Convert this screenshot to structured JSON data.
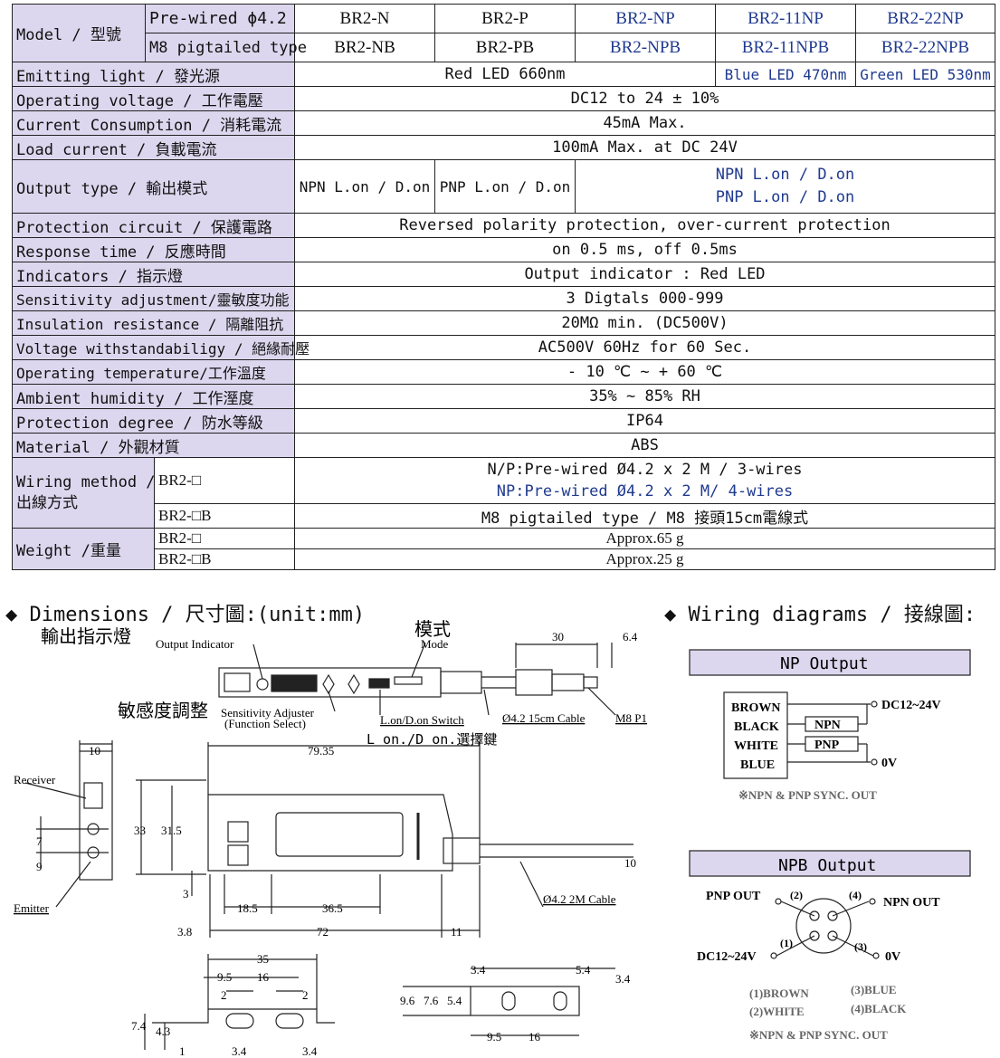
{
  "spec": {
    "model_label": "Model / 型號",
    "prewired_label": "Pre-wired ϕ4.2",
    "m8_label": "M8 pigtailed type",
    "models_prewired": [
      "BR2-N",
      "BR2-P",
      "BR2-NP",
      "BR2-11NP",
      "BR2-22NP"
    ],
    "models_m8": [
      "BR2-NB",
      "BR2-PB",
      "BR2-NPB",
      "BR2-11NPB",
      "BR2-22NPB"
    ],
    "emitting_label": "Emitting light / 發光源",
    "emitting_red": "Red LED 660nm",
    "emitting_blue": "Blue LED 470nm",
    "emitting_green": "Green LED 530nm",
    "voltage_label": "Operating voltage / 工作電壓",
    "voltage_value": "DC12 to 24 ± 10%",
    "consumption_label": "Current Consumption / 消耗電流",
    "consumption_value": "45mA Max.",
    "load_label": "Load current / 負載電流",
    "load_value": "100mA Max. at DC 24V",
    "output_label": "Output type / 輸出模式",
    "output_n": "NPN L.on / D.on",
    "output_p": "PNP L.on / D.on",
    "output_np_1": "NPN  L.on / D.on",
    "output_np_2": "PNP  L.on / D.on",
    "protection_label": "Protection circuit / 保護電路",
    "protection_value": "Reversed polarity protection, over-current protection",
    "response_label": "Response time / 反應時間",
    "response_value": "on 0.5 ms, off 0.5ms",
    "indicators_label": "Indicators / 指示燈",
    "indicators_value": "Output indicator : Red LED",
    "sensitivity_label": "Sensitivity adjustment/靈敏度功能",
    "sensitivity_value": "3 Digtals 000-999",
    "insulation_label": "Insulation resistance / 隔離阻抗",
    "insulation_value": "20MΩ min.  (DC500V)",
    "withstand_label": "Voltage withstandabiligy / 絕緣耐壓",
    "withstand_value": "AC500V 60Hz for 60 Sec.",
    "temperature_label": "Operating temperature/工作溫度",
    "temperature_value": "- 10 ℃ ~ + 60 ℃",
    "humidity_label": "Ambient humidity / 工作溼度",
    "humidity_value": "35% ~ 85%  RH",
    "degree_label": "Protection degree / 防水等級",
    "degree_value": "IP64",
    "material_label": "Material / 外觀材質",
    "material_value": "ABS",
    "wiring_label_1": "Wiring method /",
    "wiring_label_2": "出線方式",
    "wiring_sub_1": "BR2-□",
    "wiring_sub_2": "BR2-□B",
    "wiring_value_1a": "N/P:Pre-wired Ø4.2 x 2 M / 3-wires",
    "wiring_value_1b": "NP:Pre-wired Ø4.2 x 2 M/ 4-wires",
    "wiring_value_2": "M8 pigtailed type / M8 接頭15cm電線式",
    "weight_label": "Weight /重量",
    "weight_sub_1": "BR2-□",
    "weight_sub_2": "BR2-□B",
    "weight_value_1": "Approx.65 g",
    "weight_value_2": "Approx.25 g"
  },
  "dimensions": {
    "heading": "◆ Dimensions / 尺寸圖:(unit:mm)",
    "output_indicator_cn": "輸出指示燈",
    "output_indicator_en": "Output Indicator",
    "mode_cn": "模式",
    "mode_en": "Mode",
    "sensitivity_cn": "敏感度調整",
    "sensitivity_en_1": "Sensitivity Adjuster",
    "sensitivity_en_2": "(Function Select)",
    "switch_en": "L.on/D.on Switch",
    "switch_cn": "L on./D on.選擇鍵",
    "cable_15": "Ø4.2 15cm Cable",
    "m8": "M8 P1",
    "cable_2m": "Ø4.2 2M Cable",
    "receiver": "Receiver",
    "emitter": "Emitter",
    "dims": {
      "d30": "30",
      "d6_4": "6.4",
      "d10": "10",
      "d79_35": "79.35",
      "d33": "33",
      "d31_5": "31.5",
      "d7": "7",
      "d9": "9",
      "d3": "3",
      "d18_5": "18.5",
      "d36_5": "36.5",
      "d10b": "10",
      "d3_8": "3.8",
      "d72": "72",
      "d11": "11",
      "d35": "35",
      "d9_5": "9.5",
      "d16": "16",
      "d2a": "2",
      "d2b": "2",
      "d7_4": "7.4",
      "d4_3": "4.3",
      "d1": "1",
      "d3_4a": "3.4",
      "d3_4b": "3.4",
      "r3_4a": "3.4",
      "r5_4": "5.4",
      "r3_4b": "3.4",
      "r9_6": "9.6",
      "r7_6": "7.6",
      "r5_4b": "5.4",
      "r9_5": "9.5",
      "r16": "16"
    }
  },
  "wiring": {
    "heading": "◆ Wiring diagrams / 接線圖:",
    "np_title": "NP Output",
    "wires": [
      "BROWN",
      "BLACK",
      "WHITE",
      "BLUE"
    ],
    "npn": "NPN",
    "pnp": "PNP",
    "v_plus": "DC12~24V",
    "v_zero": "0V",
    "sync_note_1": "※NPN & PNP SYNC. OUT",
    "npb_title": "NPB Output",
    "pnp_out": "PNP OUT",
    "npn_out": "NPN OUT",
    "dc": "DC12~24V",
    "zero": "0V",
    "pin1": "(1)",
    "pin2": "(2)",
    "pin3": "(3)",
    "pin4": "(4)",
    "legend_1": "(1)BROWN",
    "legend_2": "(2)WHITE",
    "legend_3": "(3)BLUE",
    "legend_4": "(4)BLACK",
    "sync_note_2": "※NPN & PNP SYNC. OUT"
  },
  "colors": {
    "label_bg": "#dcd7ee",
    "blue_text": "#1f3a8f"
  }
}
